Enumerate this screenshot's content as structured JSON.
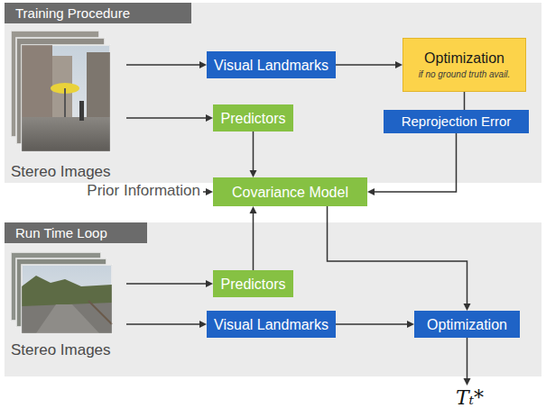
{
  "diagram": {
    "nodes": [
      {
        "text": [
          "Training Procedure"
        ]
      },
      {
        "text": [
          "Stereo Images"
        ],
        "in": 0
      },
      {
        "text": [
          "Visual Landmarks"
        ],
        "in": 0
      },
      {
        "text": [
          "Optimization",
          "if no ground truth avail."
        ],
        "in": 0
      },
      {
        "text": [
          "Predictors"
        ],
        "in": 0
      },
      {
        "text": [
          "Reprojection Error"
        ],
        "in": 0
      },
      {
        "text": [
          "Covariance Model"
        ]
      },
      {
        "text": [
          "Run Time Loop"
        ]
      },
      {
        "text": [
          "Predictors"
        ],
        "in": 7
      },
      {
        "text": [
          "Stereo Images"
        ],
        "in": 7
      },
      {
        "text": [
          "Visual Landmarks"
        ],
        "in": 7
      },
      {
        "text": [
          "Optimization"
        ],
        "in": 7
      }
    ],
    "edges": [
      {
        "from": 1,
        "to": 2,
        "arrow": "to"
      },
      {
        "from": 1,
        "to": 4,
        "arrow": "to"
      },
      {
        "from": 2,
        "to": 3,
        "arrow": "to"
      },
      {
        "from": 3,
        "to": 5,
        "arrow": "none"
      },
      {
        "from": 5,
        "to": 6,
        "arrow": "to"
      },
      {
        "from": 4,
        "to": 6,
        "arrow": "to"
      },
      {
        "from": 8,
        "to": 6,
        "arrow": "to"
      },
      {
        "from": 6,
        "to": 11,
        "arrow": "to"
      },
      {
        "from": 9,
        "to": 8,
        "arrow": "to"
      },
      {
        "from": 9,
        "to": 10,
        "arrow": "to"
      },
      {
        "from": 10,
        "to": 11,
        "arrow": "to"
      }
    ],
    "labels": [
      "Prior Information",
      "Tₜ*"
    ]
  }
}
